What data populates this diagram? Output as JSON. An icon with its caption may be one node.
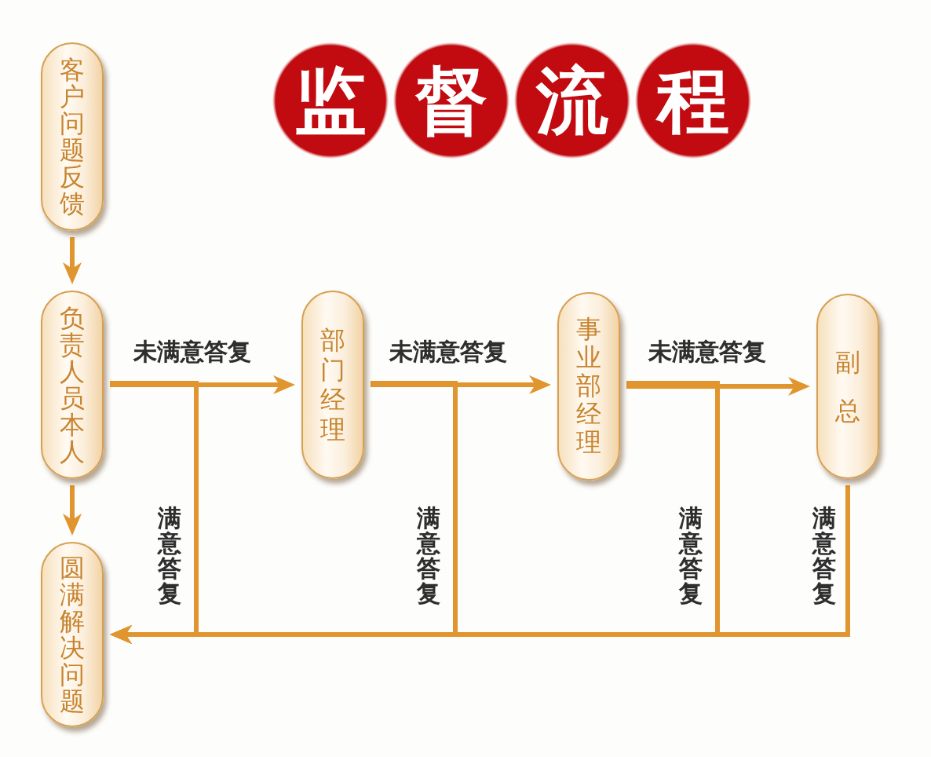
{
  "diagram": {
    "title": "监督流程",
    "nodes": [
      {
        "text": [
          "客户问题反馈"
        ]
      },
      {
        "text": [
          "负责人员本人"
        ]
      },
      {
        "text": [
          "圆满解决问题"
        ]
      },
      {
        "text": [
          "部门经理"
        ]
      },
      {
        "text": [
          "事业部经理"
        ]
      },
      {
        "text": [
          "副总"
        ]
      }
    ],
    "edges": [
      {
        "from": 0,
        "to": 1,
        "arrow": "to"
      },
      {
        "from": 1,
        "to": 2,
        "arrow": "to"
      },
      {
        "from": 1,
        "to": 3,
        "arrow": "to",
        "label": "未满意答复"
      },
      {
        "from": 3,
        "to": 4,
        "arrow": "to",
        "label": "未满意答复"
      },
      {
        "from": 4,
        "to": 5,
        "arrow": "to",
        "label": "未满意答复"
      },
      {
        "from": 1,
        "to": 2,
        "arrow": "to",
        "label": "满意答复"
      },
      {
        "from": 3,
        "to": 2,
        "arrow": "to",
        "label": "满意答复"
      },
      {
        "from": 4,
        "to": 2,
        "arrow": "to",
        "label": "满意答复"
      },
      {
        "from": 5,
        "to": 2,
        "arrow": "to",
        "label": "满意答复"
      }
    ]
  }
}
